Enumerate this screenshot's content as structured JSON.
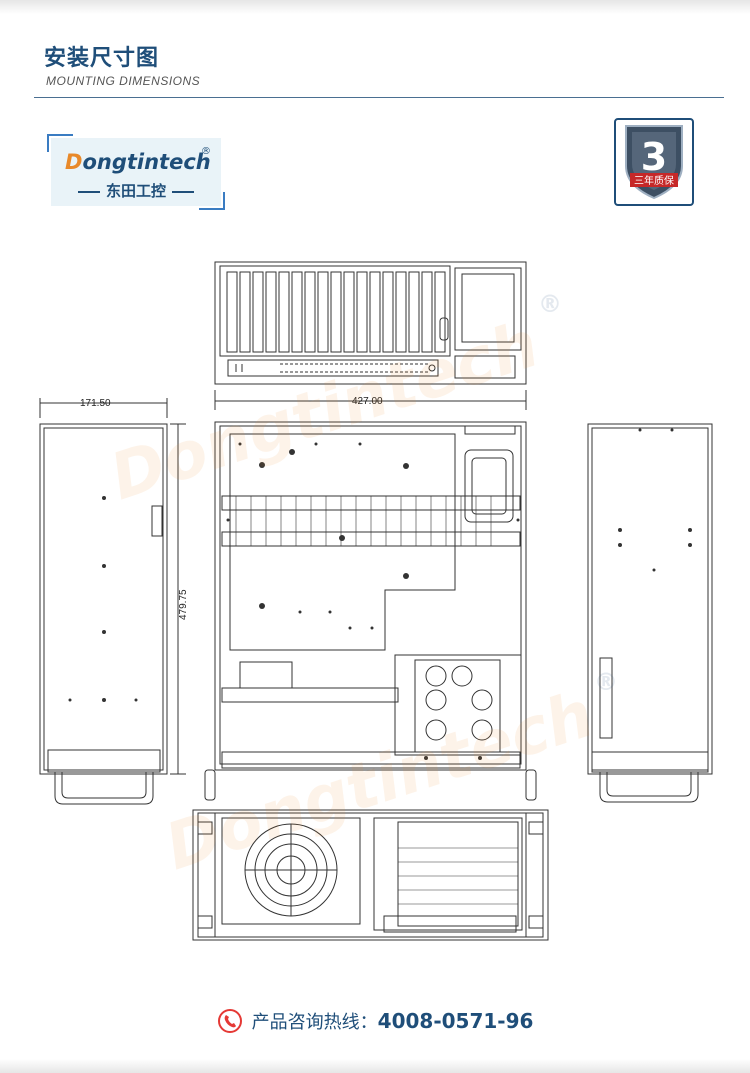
{
  "header": {
    "title_cn": "安装尺寸图",
    "title_en": "MOUNTING  DIMENSIONS"
  },
  "logo": {
    "brand_first": "D",
    "brand_rest": "ongtintech",
    "registered": "®",
    "sub_cn": "东田工控"
  },
  "badge": {
    "number": "3",
    "text": "三年质保"
  },
  "watermark": {
    "text": "Dongtintech",
    "registered": "®"
  },
  "dimensions": {
    "depth": "171.50",
    "width": "427.00",
    "height": "479.75"
  },
  "footer": {
    "label": "产品咨询热线：",
    "phone": "4008-0571-96"
  },
  "colors": {
    "primary": "#1f4e79",
    "accent": "#e8892a",
    "line": "#333333"
  }
}
